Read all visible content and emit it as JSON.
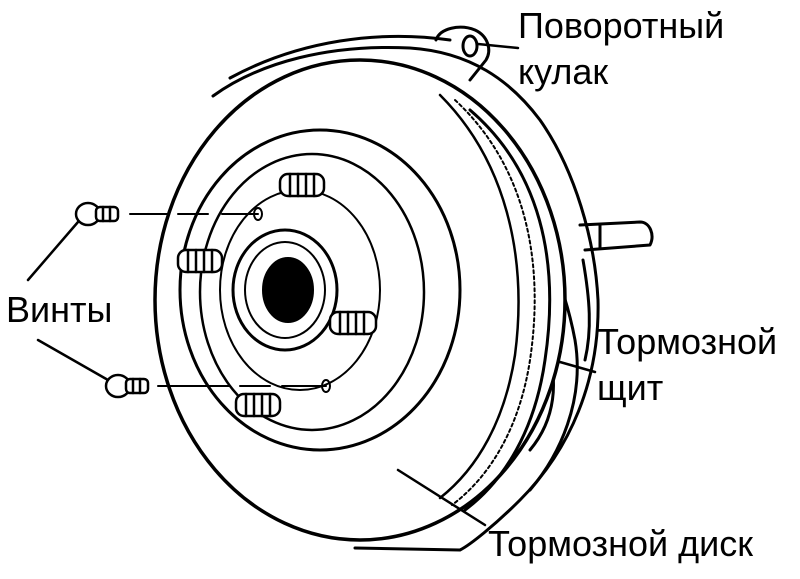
{
  "labels": {
    "knuckle_line1": "Поворотный",
    "knuckle_line2": "кулак",
    "screws": "Винты",
    "shield_line1": "Тормозной",
    "shield_line2": "щит",
    "disc": "Тормозной диск"
  },
  "colors": {
    "ink": "#000000",
    "paper": "#ffffff"
  }
}
